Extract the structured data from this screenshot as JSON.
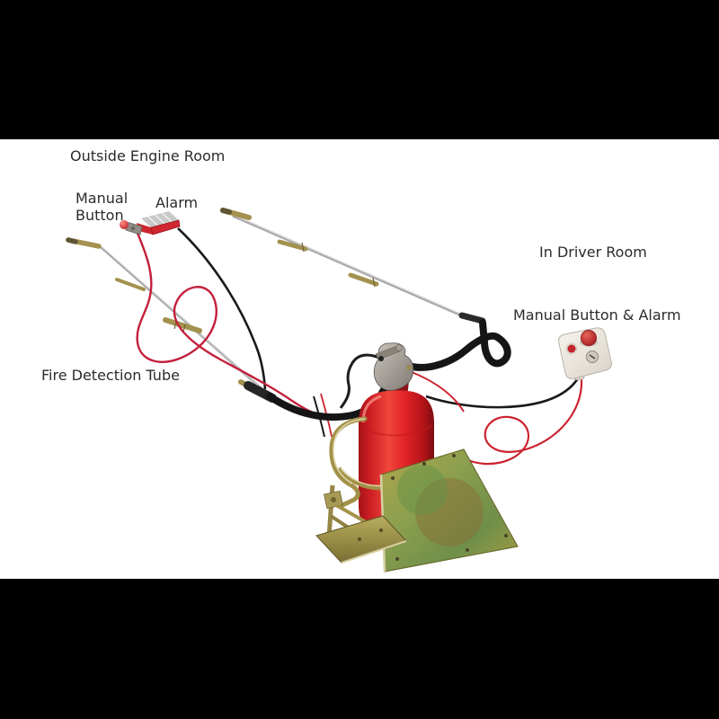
{
  "labels": {
    "outside_engine_room": "Outside Engine Room",
    "manual_button": "Manual Button",
    "alarm": "Alarm",
    "in_driver_room": "In Driver Room",
    "manual_button_alarm": "Manual Button & Alarm",
    "fire_detection_tube": "Fire Detection Tube"
  },
  "colors": {
    "bar_black": "#000000",
    "canvas_white": "#ffffff",
    "label_text": "#2b2b2b",
    "extinguisher_red": "#dd2127",
    "detection_tube_red": "#c2203a",
    "wire_red": "#cc2330",
    "cable_black": "#1a1a1a",
    "hose_black": "#151515",
    "pipe_silver": "#a8a8a8",
    "nozzle_brass": "#a3924f",
    "bracket_brass": "#a39149",
    "plate_olive": "#8f9449",
    "alarm_red": "#cf2630",
    "alarm_lens_silver": "#c9c9c9",
    "box_white": "#f2eee7",
    "button_red": "#c4242b",
    "valve_gray": "#a19c95"
  }
}
